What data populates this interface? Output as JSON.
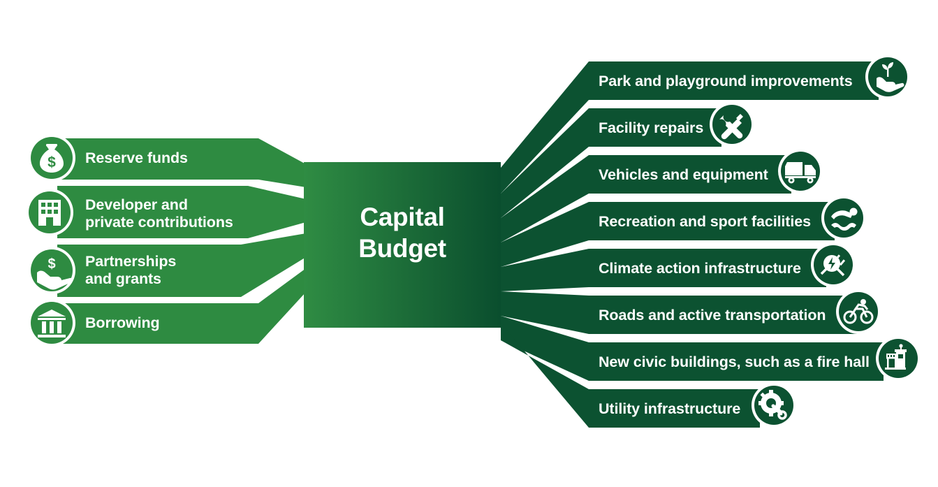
{
  "center": {
    "title": "Capital\nBudget",
    "gradient_from": "#2f8c43",
    "gradient_to": "#0c5231"
  },
  "colors": {
    "source_green": "#2e8b41",
    "use_green": "#0c5231",
    "text_white": "#ffffff",
    "background": "#ffffff"
  },
  "sources": {
    "items": [
      {
        "label": "Reserve funds",
        "icon": "money-bag-icon"
      },
      {
        "label": "Developer and\nprivate contributions",
        "icon": "office-building-icon"
      },
      {
        "label": "Partnerships\nand grants",
        "icon": "hand-with-money-icon"
      },
      {
        "label": "Borrowing",
        "icon": "bank-columns-icon"
      }
    ]
  },
  "uses": {
    "items": [
      {
        "label": "Park and playground improvements",
        "icon": "hand-with-sprout-icon"
      },
      {
        "label": "Facility repairs",
        "icon": "wrench-hammer-icon"
      },
      {
        "label": "Vehicles and equipment",
        "icon": "dump-truck-icon"
      },
      {
        "label": "Recreation and sport facilities",
        "icon": "swimmer-icon"
      },
      {
        "label": "Climate action infrastructure",
        "icon": "electric-plug-icon"
      },
      {
        "label": "Roads and active transportation",
        "icon": "bicycle-icon"
      },
      {
        "label": "New civic buildings, such as a fire hall",
        "icon": "fire-hall-icon"
      },
      {
        "label": "Utility infrastructure",
        "icon": "gear-wrench-icon"
      }
    ]
  },
  "chart_data": {
    "type": "diagram",
    "title": "Capital Budget",
    "inputs": [
      "Reserve funds",
      "Developer and private contributions",
      "Partnerships and grants",
      "Borrowing"
    ],
    "outputs": [
      "Park and playground improvements",
      "Facility repairs",
      "Vehicles and equipment",
      "Recreation and sport facilities",
      "Climate action infrastructure",
      "Roads and active transportation",
      "New civic buildings, such as a fire hall",
      "Utility infrastructure"
    ]
  }
}
